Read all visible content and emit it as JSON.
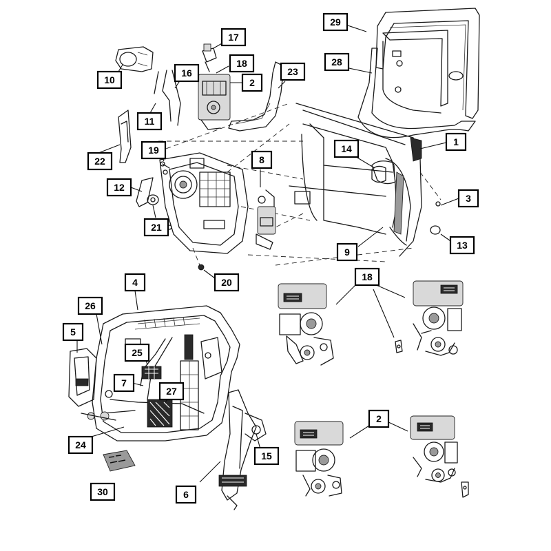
{
  "callouts": [
    {
      "id": "c1",
      "label": "1"
    },
    {
      "id": "c2a",
      "label": "2"
    },
    {
      "id": "c2b",
      "label": "2"
    },
    {
      "id": "c3",
      "label": "3"
    },
    {
      "id": "c4",
      "label": "4"
    },
    {
      "id": "c5",
      "label": "5"
    },
    {
      "id": "c6",
      "label": "6"
    },
    {
      "id": "c7",
      "label": "7"
    },
    {
      "id": "c8",
      "label": "8"
    },
    {
      "id": "c9",
      "label": "9"
    },
    {
      "id": "c10",
      "label": "10"
    },
    {
      "id": "c11",
      "label": "11"
    },
    {
      "id": "c12",
      "label": "12"
    },
    {
      "id": "c13",
      "label": "13"
    },
    {
      "id": "c14",
      "label": "14"
    },
    {
      "id": "c15",
      "label": "15"
    },
    {
      "id": "c16",
      "label": "16"
    },
    {
      "id": "c17",
      "label": "17"
    },
    {
      "id": "c18a",
      "label": "18"
    },
    {
      "id": "c18b",
      "label": "18"
    },
    {
      "id": "c19",
      "label": "19"
    },
    {
      "id": "c20",
      "label": "20"
    },
    {
      "id": "c21",
      "label": "21"
    },
    {
      "id": "c22",
      "label": "22"
    },
    {
      "id": "c23",
      "label": "23"
    },
    {
      "id": "c24",
      "label": "24"
    },
    {
      "id": "c25",
      "label": "25"
    },
    {
      "id": "c26",
      "label": "26"
    },
    {
      "id": "c27",
      "label": "27"
    },
    {
      "id": "c28",
      "label": "28"
    },
    {
      "id": "c29",
      "label": "29"
    },
    {
      "id": "c30",
      "label": "30"
    }
  ]
}
